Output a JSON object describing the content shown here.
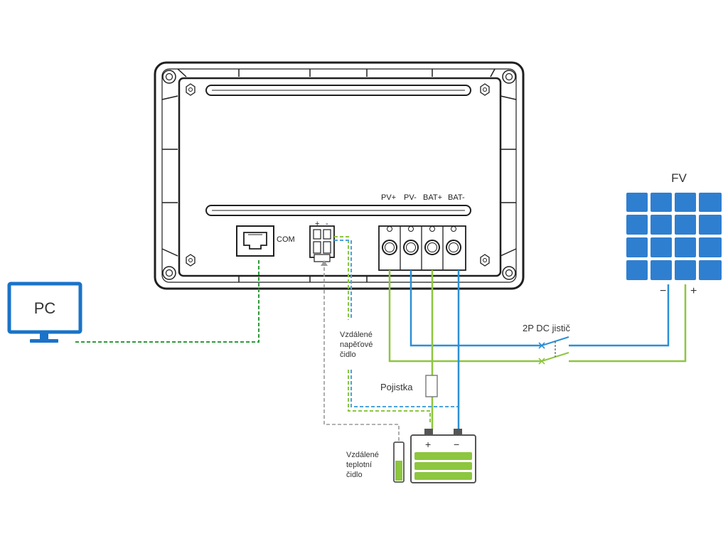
{
  "labels": {
    "pc": "PC",
    "com": "COM",
    "fv": "FV",
    "fv_minus": "−",
    "fv_plus": "+",
    "breaker": "2P DC jistič",
    "fuse": "Pojistka",
    "voltage_sensor": [
      "Vzdálené",
      "napěťové",
      "čidlo"
    ],
    "temp_sensor": [
      "Vzdálené",
      "teplotní",
      "čidlo"
    ],
    "battery_plus": "+",
    "battery_minus": "−",
    "sensor_plus": "+",
    "sensor_minus": "-"
  },
  "terminals": [
    "PV+",
    "PV-",
    "BAT+",
    "BAT-"
  ],
  "colors": {
    "pc_blue": "#1a73c8",
    "panel_blue": "#2f7fd0",
    "wire_green": "#8dc63f",
    "wire_blue": "#2b8fd6",
    "com_green": "#2e9b3a",
    "sensor_dash_blue": "#4aa3df",
    "temp_dash_gray": "#9a9a9a",
    "battery_fill": "#8dc63f",
    "controller_stroke": "#1f1f1f"
  }
}
